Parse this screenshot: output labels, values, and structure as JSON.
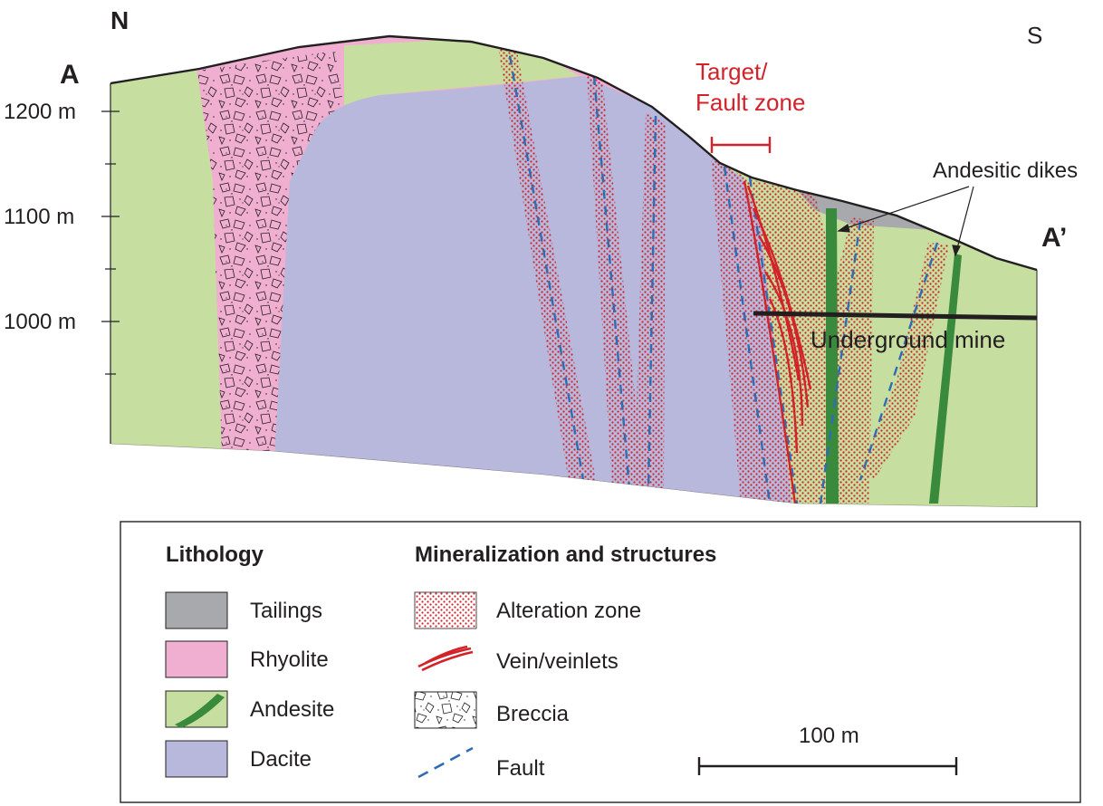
{
  "compass": {
    "north": "N",
    "south": "S"
  },
  "section": {
    "start": "A",
    "end": "A’"
  },
  "elevation_ticks": [
    "1200 m",
    "1100 m",
    "1000 m"
  ],
  "annotations": {
    "target_line1": "Target/",
    "target_line2": "Fault zone",
    "andesitic_dikes": "Andesitic dikes",
    "underground_mine": "Underground mine"
  },
  "legend": {
    "lithology_title": "Lithology",
    "lithology": [
      {
        "label": "Tailings",
        "color": "#a7a9ac"
      },
      {
        "label": "Rhyolite",
        "color": "#f0aed0"
      },
      {
        "label": "Andesite",
        "color": "#c6dea0"
      },
      {
        "label": "Dacite",
        "color": "#b7b8dc"
      }
    ],
    "structures_title": "Mineralization and structures",
    "structures": [
      {
        "label": "Alteration zone",
        "icon": "dotted-pattern-icon"
      },
      {
        "label": "Vein/veinlets",
        "icon": "vein-icon"
      },
      {
        "label": "Breccia",
        "icon": "breccia-icon"
      },
      {
        "label": "Fault",
        "icon": "dashed-line-icon"
      }
    ],
    "scale_label": "100 m"
  },
  "colors": {
    "andesite": "#c6dea0",
    "rhyolite": "#f0aed0",
    "dacite": "#b7b8dc",
    "tailings": "#a7a9ac",
    "dike": "#3a8a3e",
    "vein": "#d2232a",
    "fault": "#2e6db4"
  }
}
